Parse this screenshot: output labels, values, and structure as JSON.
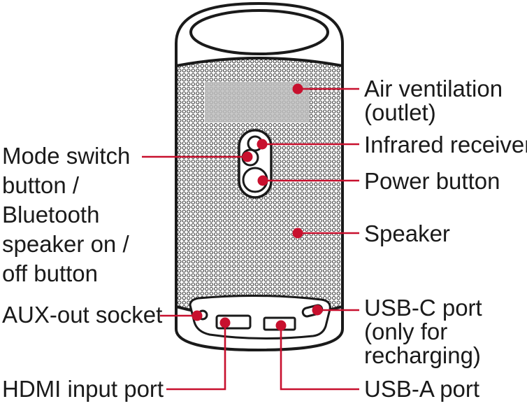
{
  "labels": {
    "air_ventilation": [
      "Air ventilation",
      "(outlet)"
    ],
    "infrared_receiver": [
      "Infrared receiver"
    ],
    "power_button": [
      "Power button"
    ],
    "speaker": [
      "Speaker"
    ],
    "mode_switch": [
      "Mode switch",
      "button /",
      "Bluetooth",
      "speaker on /",
      "off button"
    ],
    "aux_out": [
      "AUX-out socket"
    ],
    "usb_c": [
      "USB-C port",
      "(only for",
      "recharging)"
    ],
    "hdmi": [
      "HDMI input port"
    ],
    "usb_a": [
      "USB-A port"
    ]
  },
  "colors": {
    "marker": "#c8102e",
    "line": "#c8102e",
    "outline": "#1a1a1a",
    "vent_fill": "#bdbdbd",
    "body_fill": "#ffffff"
  }
}
